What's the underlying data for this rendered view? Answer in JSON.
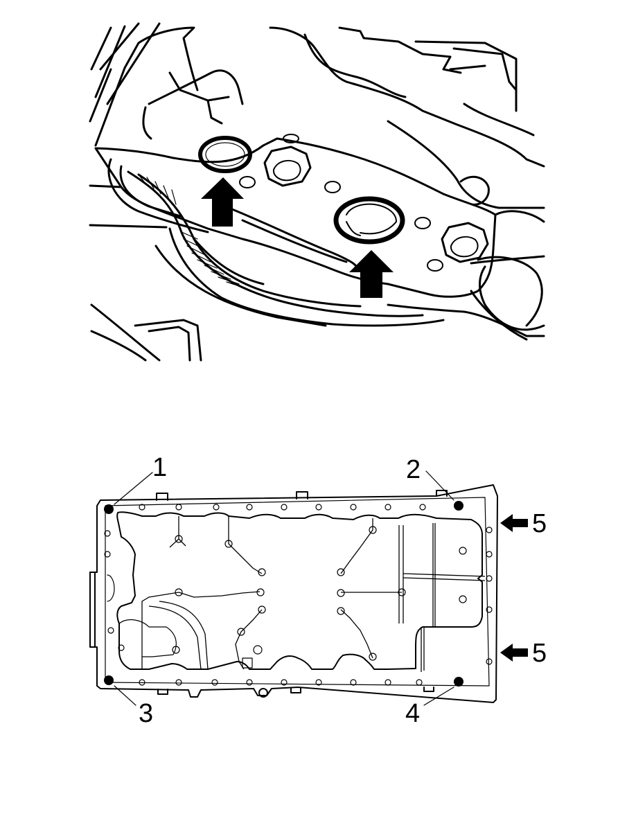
{
  "figure": {
    "top_view": {
      "arrows": [
        {
          "name": "arrow-upper-left-seal",
          "direction": "up"
        },
        {
          "name": "arrow-lower-right-seal",
          "direction": "up"
        }
      ]
    },
    "bottom_view": {
      "callouts": {
        "c1": "1",
        "c2": "2",
        "c3": "3",
        "c4": "4",
        "c5_upper": "5",
        "c5_lower": "5"
      }
    }
  },
  "colors": {
    "line": "#000000",
    "background": "#ffffff"
  }
}
